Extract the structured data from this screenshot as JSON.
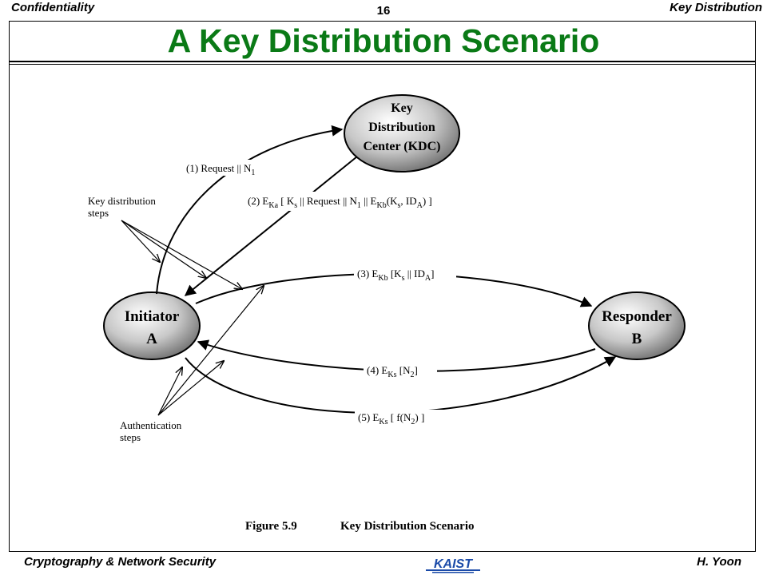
{
  "header": {
    "left": "Confidentiality",
    "page_number": "16",
    "right": "Key Distribution"
  },
  "title": "A Key Distribution Scenario",
  "diagram": {
    "nodes": {
      "kdc": [
        "Key",
        "Distribution",
        "Center (KDC)"
      ],
      "initiator": {
        "name": "Initiator",
        "letter": "A"
      },
      "responder": {
        "name": "Responder",
        "letter": "B"
      }
    },
    "messages": {
      "m1": {
        "prefix": "(1)  Request || N",
        "sub": "1"
      },
      "m2": {
        "p1": "(2) E",
        "s1": "Ka",
        "p2": " [ K",
        "s2": "s",
        "p3": " || Request || N",
        "s3": "1",
        "p4": " || E",
        "s4": "Kb",
        "p5": "(K",
        "s5": "s",
        "p6": ", ID",
        "s6": "A",
        "p7": ") ]"
      },
      "m3": {
        "p1": "(3) E",
        "s1": "Kb",
        "p2": " [K",
        "s2": "s",
        "p3": " || ID",
        "s3": "A",
        "p4": "]"
      },
      "m4": {
        "p1": "(4) E",
        "s1": "Ks",
        "p2": " [N",
        "s2": "2",
        "p3": "]"
      },
      "m5": {
        "p1": "(5) E",
        "s1": "Ks",
        "p2": " [ f(N",
        "s2": "2",
        "p3": ") ]"
      }
    },
    "annotations": {
      "key_distribution": [
        "Key distribution",
        "steps"
      ],
      "authentication": [
        "Authentication",
        "steps"
      ]
    },
    "caption": {
      "number": "Figure 5.9",
      "text": "Key Distribution Scenario"
    }
  },
  "footer": {
    "left": "Cryptography & Network Security",
    "right": "H. Yoon",
    "logo_text": "KAIST"
  },
  "colors": {
    "title": "#0a7a16",
    "logo": "#1a4aa8"
  }
}
